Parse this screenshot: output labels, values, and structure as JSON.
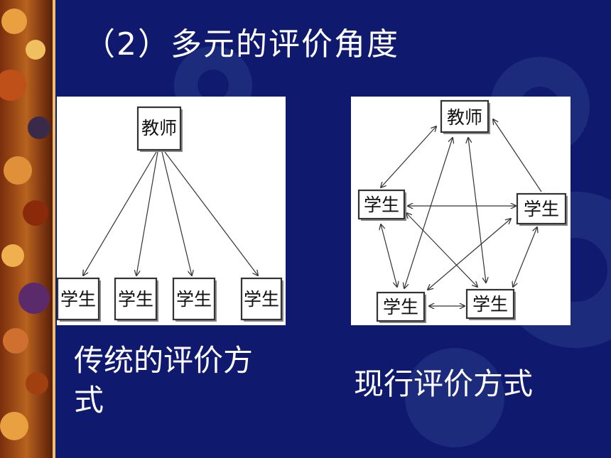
{
  "slide": {
    "title": "（2）多元的评价角度",
    "colors": {
      "background": "#0f1a6e",
      "text": "#ffffff",
      "strip": "#8a3a10"
    }
  },
  "left_diagram": {
    "caption": "传统的评价方式",
    "teacher": "教师",
    "students": [
      "学生",
      "学生",
      "学生",
      "学生"
    ]
  },
  "right_diagram": {
    "caption": "现行评价方式",
    "teacher": "教师",
    "students": [
      "学生",
      "学生",
      "学生",
      "学生"
    ]
  }
}
